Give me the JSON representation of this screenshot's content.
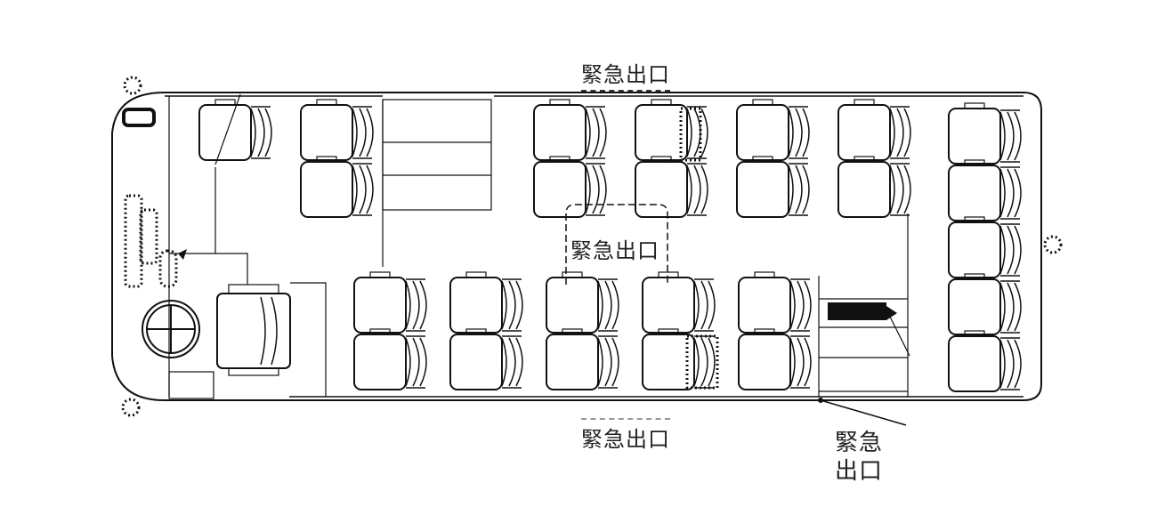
{
  "diagram": {
    "title": "Bus seating layout",
    "colors": {
      "line": "#111111",
      "background": "#ffffff",
      "fill": "#111111"
    },
    "labels": {
      "exit_top": "緊急出口",
      "exit_middle": "緊急出口",
      "exit_bottom": "緊急出口",
      "exit_side": "緊急出口"
    },
    "seats": {
      "driver": 1,
      "top_row_pairs": 6,
      "bottom_row_pairs": 5,
      "rear_bench": 5
    },
    "icons": [
      "steering-wheel-icon",
      "emergency-hammer-icon",
      "arrow-icon"
    ]
  }
}
